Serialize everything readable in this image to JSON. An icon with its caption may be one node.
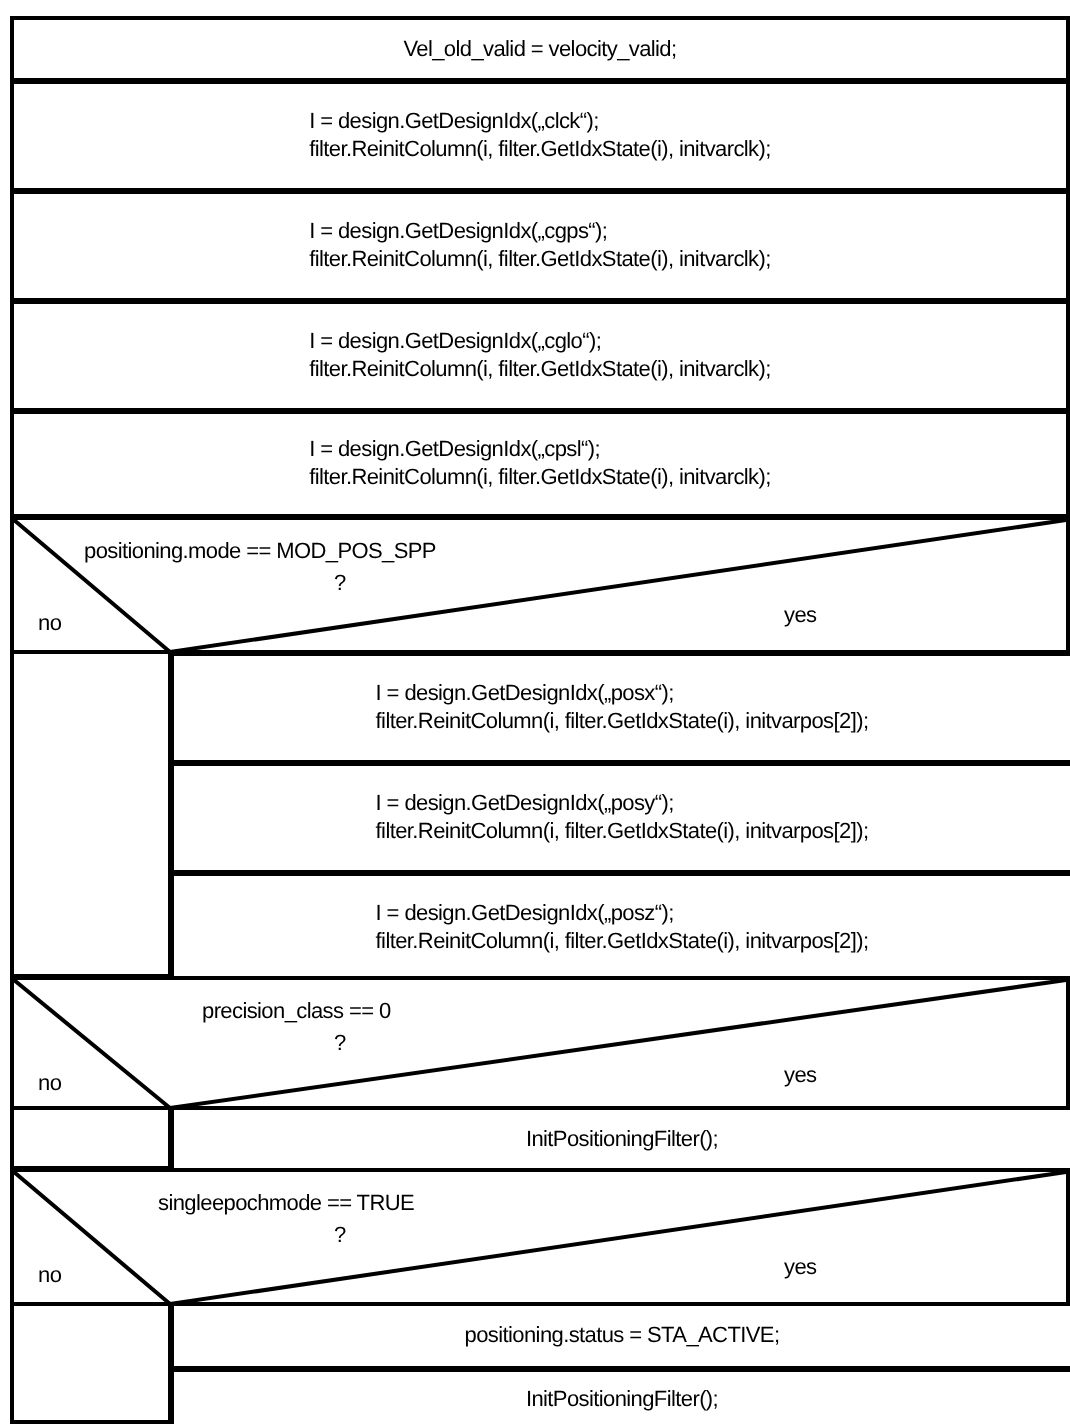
{
  "diagram": {
    "nodes": [
      {
        "text": [
          "Vel_old_valid = velocity_valid;"
        ]
      },
      {
        "text": [
          "I = design.GetDesignIdx(„clck“);",
          "filter.ReinitColumn(i, filter.GetIdxState(i), initvarclk);"
        ]
      },
      {
        "text": [
          "I = design.GetDesignIdx(„cgps“);",
          "filter.ReinitColumn(i, filter.GetIdxState(i), initvarclk);"
        ]
      },
      {
        "text": [
          "I = design.GetDesignIdx(„cglo“);",
          "filter.ReinitColumn(i, filter.GetIdxState(i), initvarclk);"
        ]
      },
      {
        "text": [
          "I = design.GetDesignIdx(„cpsl“);",
          "filter.ReinitColumn(i, filter.GetIdxState(i), initvarclk);"
        ]
      },
      {
        "text": [
          "positioning.mode == MOD_POS_SPP",
          "?",
          "no",
          "yes"
        ]
      },
      {
        "text": [
          "I = design.GetDesignIdx(„posx“);",
          "filter.ReinitColumn(i, filter.GetIdxState(i), initvarpos[2]);"
        ],
        "in": 5
      },
      {
        "text": [
          "I = design.GetDesignIdx(„posy“);",
          "filter.ReinitColumn(i, filter.GetIdxState(i), initvarpos[2]);"
        ],
        "in": 5
      },
      {
        "text": [
          "I = design.GetDesignIdx(„posz“);",
          "filter.ReinitColumn(i, filter.GetIdxState(i), initvarpos[2]);"
        ],
        "in": 5
      },
      {
        "text": [
          "precision_class == 0",
          "?",
          "no",
          "yes"
        ]
      },
      {
        "text": [
          "InitPositioningFilter();"
        ],
        "in": 9
      },
      {
        "text": [
          "singleepochmode == TRUE",
          "?",
          "no",
          "yes"
        ]
      },
      {
        "text": [
          "positioning.status = STA_ACTIVE;"
        ],
        "in": 11
      },
      {
        "text": [
          "InitPositioningFilter();"
        ],
        "in": 11
      }
    ]
  }
}
